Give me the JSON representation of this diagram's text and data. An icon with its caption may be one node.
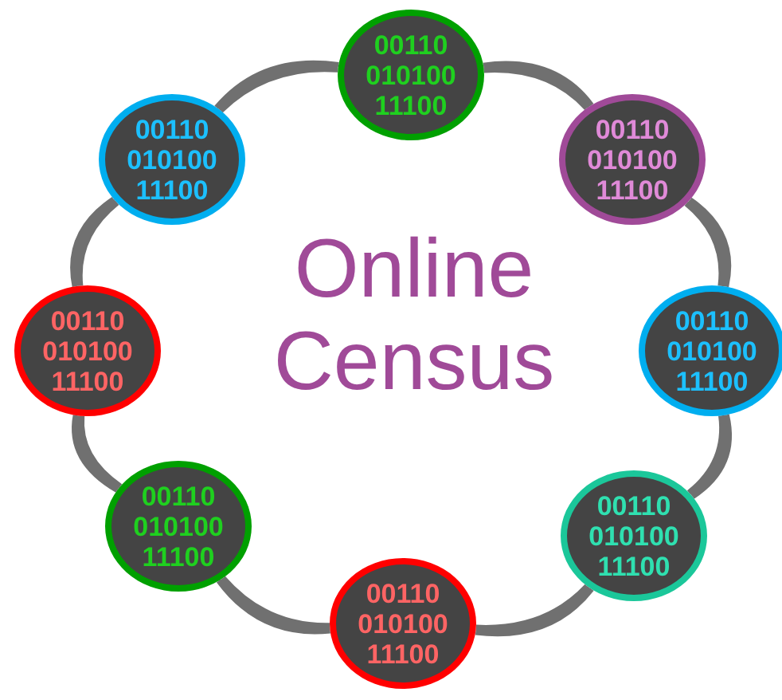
{
  "diagram": {
    "nodes": [
      {
        "text": [
          "00110 010100 11100"
        ]
      },
      {
        "text": [
          "00110 010100 11100"
        ]
      },
      {
        "text": [
          "00110 010100 11100"
        ]
      },
      {
        "text": [
          "00110 010100 11100"
        ]
      },
      {
        "text": [
          "00110 010100 11100"
        ]
      },
      {
        "text": [
          "00110 010100 11100"
        ]
      },
      {
        "text": [
          "00110 010100 11100"
        ]
      },
      {
        "text": [
          "00110 010100 11100"
        ]
      }
    ],
    "edges": [
      {
        "from": 0,
        "to": 1,
        "arrow": "none"
      },
      {
        "from": 1,
        "to": 2,
        "arrow": "none"
      },
      {
        "from": 2,
        "to": 3,
        "arrow": "none"
      },
      {
        "from": 3,
        "to": 4,
        "arrow": "none"
      },
      {
        "from": 4,
        "to": 5,
        "arrow": "none"
      },
      {
        "from": 5,
        "to": 6,
        "arrow": "none"
      },
      {
        "from": 6,
        "to": 7,
        "arrow": "none"
      },
      {
        "from": 7,
        "to": 0,
        "arrow": "none"
      }
    ],
    "labels": [
      "Online Census"
    ]
  }
}
